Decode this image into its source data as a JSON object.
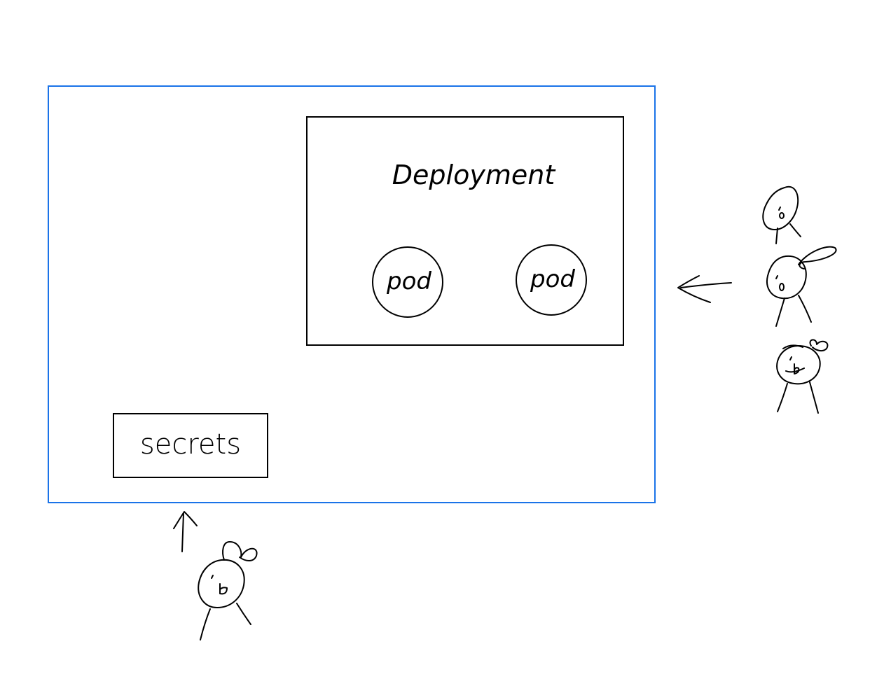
{
  "diagram": {
    "outer_box": {
      "border_color": "#1a73e8"
    },
    "deployment": {
      "label": "Deployment",
      "pods": [
        {
          "label": "pod"
        },
        {
          "label": "pod"
        }
      ]
    },
    "secrets": {
      "label": "secrets"
    },
    "figures": [
      {
        "icon": "stick-figure-icon"
      },
      {
        "icon": "stick-figure-icon"
      },
      {
        "icon": "stick-figure-icon"
      },
      {
        "icon": "stick-figure-icon"
      }
    ]
  }
}
